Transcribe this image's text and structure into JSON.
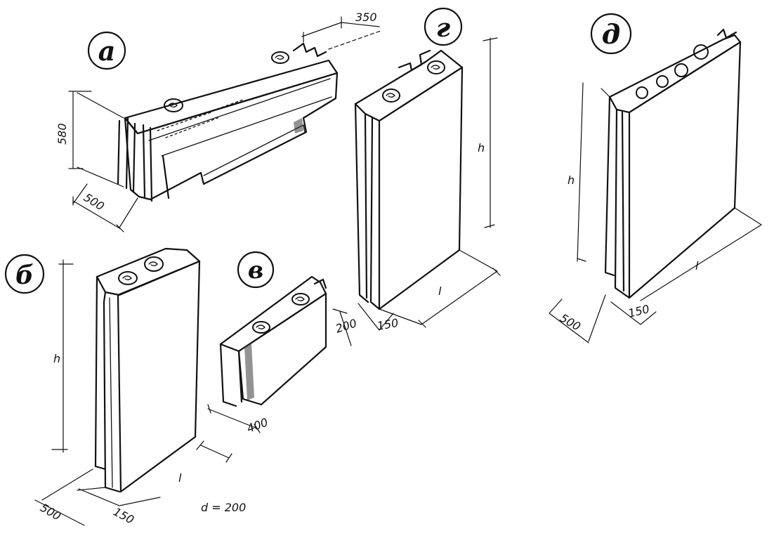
{
  "labels": {
    "a": "a",
    "b": "б",
    "v": "в",
    "g": "г",
    "d": "д"
  },
  "dimensions": {
    "a_top_width": "350",
    "a_height": "580",
    "a_depth": "500",
    "b_height": "h",
    "b_length": "l",
    "b_depth": "500",
    "b_thickness": "150",
    "b_note": "d = 200",
    "v_width": "400",
    "v_depth": "200",
    "g_height": "h",
    "g_length": "l",
    "g_thickness": "150",
    "d_height": "h",
    "d_length": "l",
    "d_depth": "500",
    "d_thickness": "150"
  }
}
